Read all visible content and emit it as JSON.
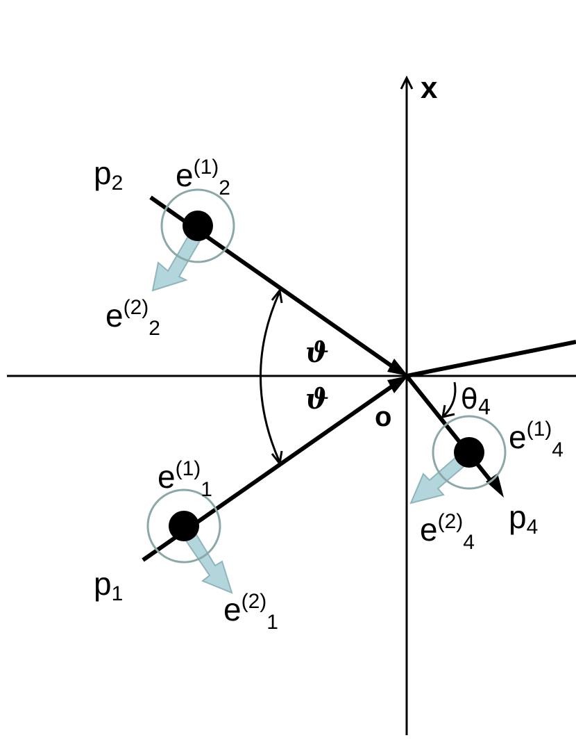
{
  "labels": {
    "x_axis": "x",
    "origin": "o",
    "angle_upper": "ϑ",
    "angle_lower": "ϑ",
    "theta4": "θ",
    "theta4_sub": "4",
    "p1": "p",
    "p1_sub": "1",
    "p2": "p",
    "p2_sub": "2",
    "p4": "p",
    "p4_sub": "4",
    "e11": "e",
    "e11_sup": "(1)",
    "e11_sub": "1",
    "e21": "e",
    "e21_sup": "(2)",
    "e21_sub": "1",
    "e12": "e",
    "e12_sup": "(1)",
    "e12_sub": "2",
    "e22": "e",
    "e22_sup": "(2)",
    "e22_sub": "2",
    "e14": "e",
    "e14_sup": "(1)",
    "e14_sub": "4",
    "e24": "e",
    "e24_sup": "(2)",
    "e24_sub": "4"
  },
  "colors": {
    "line": "#000000",
    "circle_stroke": "#8aa8a8",
    "arrow_fill": "#b3d6dc",
    "arrow_stroke": "#8fb4bb"
  }
}
